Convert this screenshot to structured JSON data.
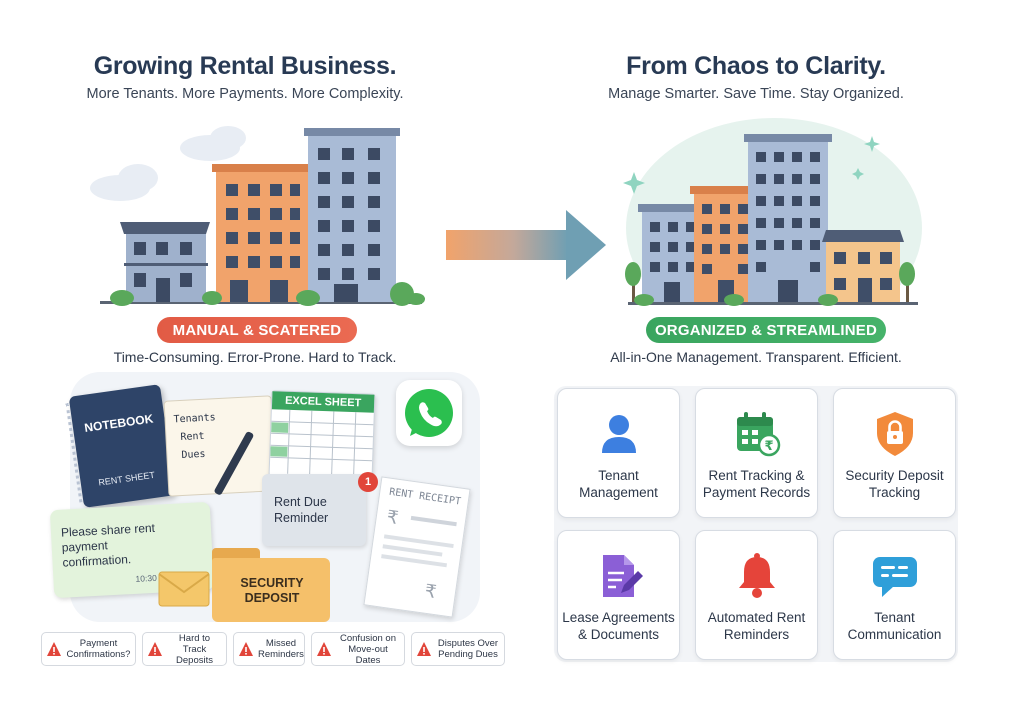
{
  "left": {
    "title": "Growing Rental Business.",
    "subtitle": "More Tenants. More Payments. More Complexity.",
    "badge": "MANUAL & SCATERED",
    "description": "Time-Consuming. Error-Prone. Hard to Track.",
    "notebook": {
      "title": "NOTEBOOK",
      "subtitle": "RENT SHEET"
    },
    "notepad_lines": [
      "Tenants",
      "Rent",
      "Dues"
    ],
    "excel_label": "EXCEL SHEET",
    "reminder_text": "Rent Due Reminder",
    "reminder_count": "1",
    "message_text": "Please share rent payment confirmation.",
    "message_time": "10:30 AM",
    "folder_label": "SECURITY DEPOSIT",
    "receipt_label": "RENT RECEIPT",
    "rupee": "₹",
    "issues": [
      "Payment Confirmations?",
      "Hard to Track Deposits",
      "Missed Reminders",
      "Confusion on Move-out Dates",
      "Disputes Over Pending Dues"
    ]
  },
  "right": {
    "title": "From Chaos to Clarity.",
    "subtitle": "Manage Smarter. Save Time. Stay Organized.",
    "badge": "ORGANIZED & STREAMLINED",
    "description": "All-in-One Management. Transparent. Efficient.",
    "features": [
      {
        "label": "Tenant Management",
        "icon": "user-icon"
      },
      {
        "label": "Rent Tracking & Payment Records",
        "icon": "calendar-rupee-icon"
      },
      {
        "label": "Security Deposit Tracking",
        "icon": "shield-lock-icon"
      },
      {
        "label": "Lease Agreements & Documents",
        "icon": "document-pen-icon"
      },
      {
        "label": "Automated Rent Reminders",
        "icon": "bell-icon"
      },
      {
        "label": "Tenant Communication",
        "icon": "chat-icon"
      }
    ]
  },
  "colors": {
    "title": "#283a54",
    "badge_red": "#e25b45",
    "badge_green": "#3aa55f",
    "arrow": "#6f9fb3"
  }
}
